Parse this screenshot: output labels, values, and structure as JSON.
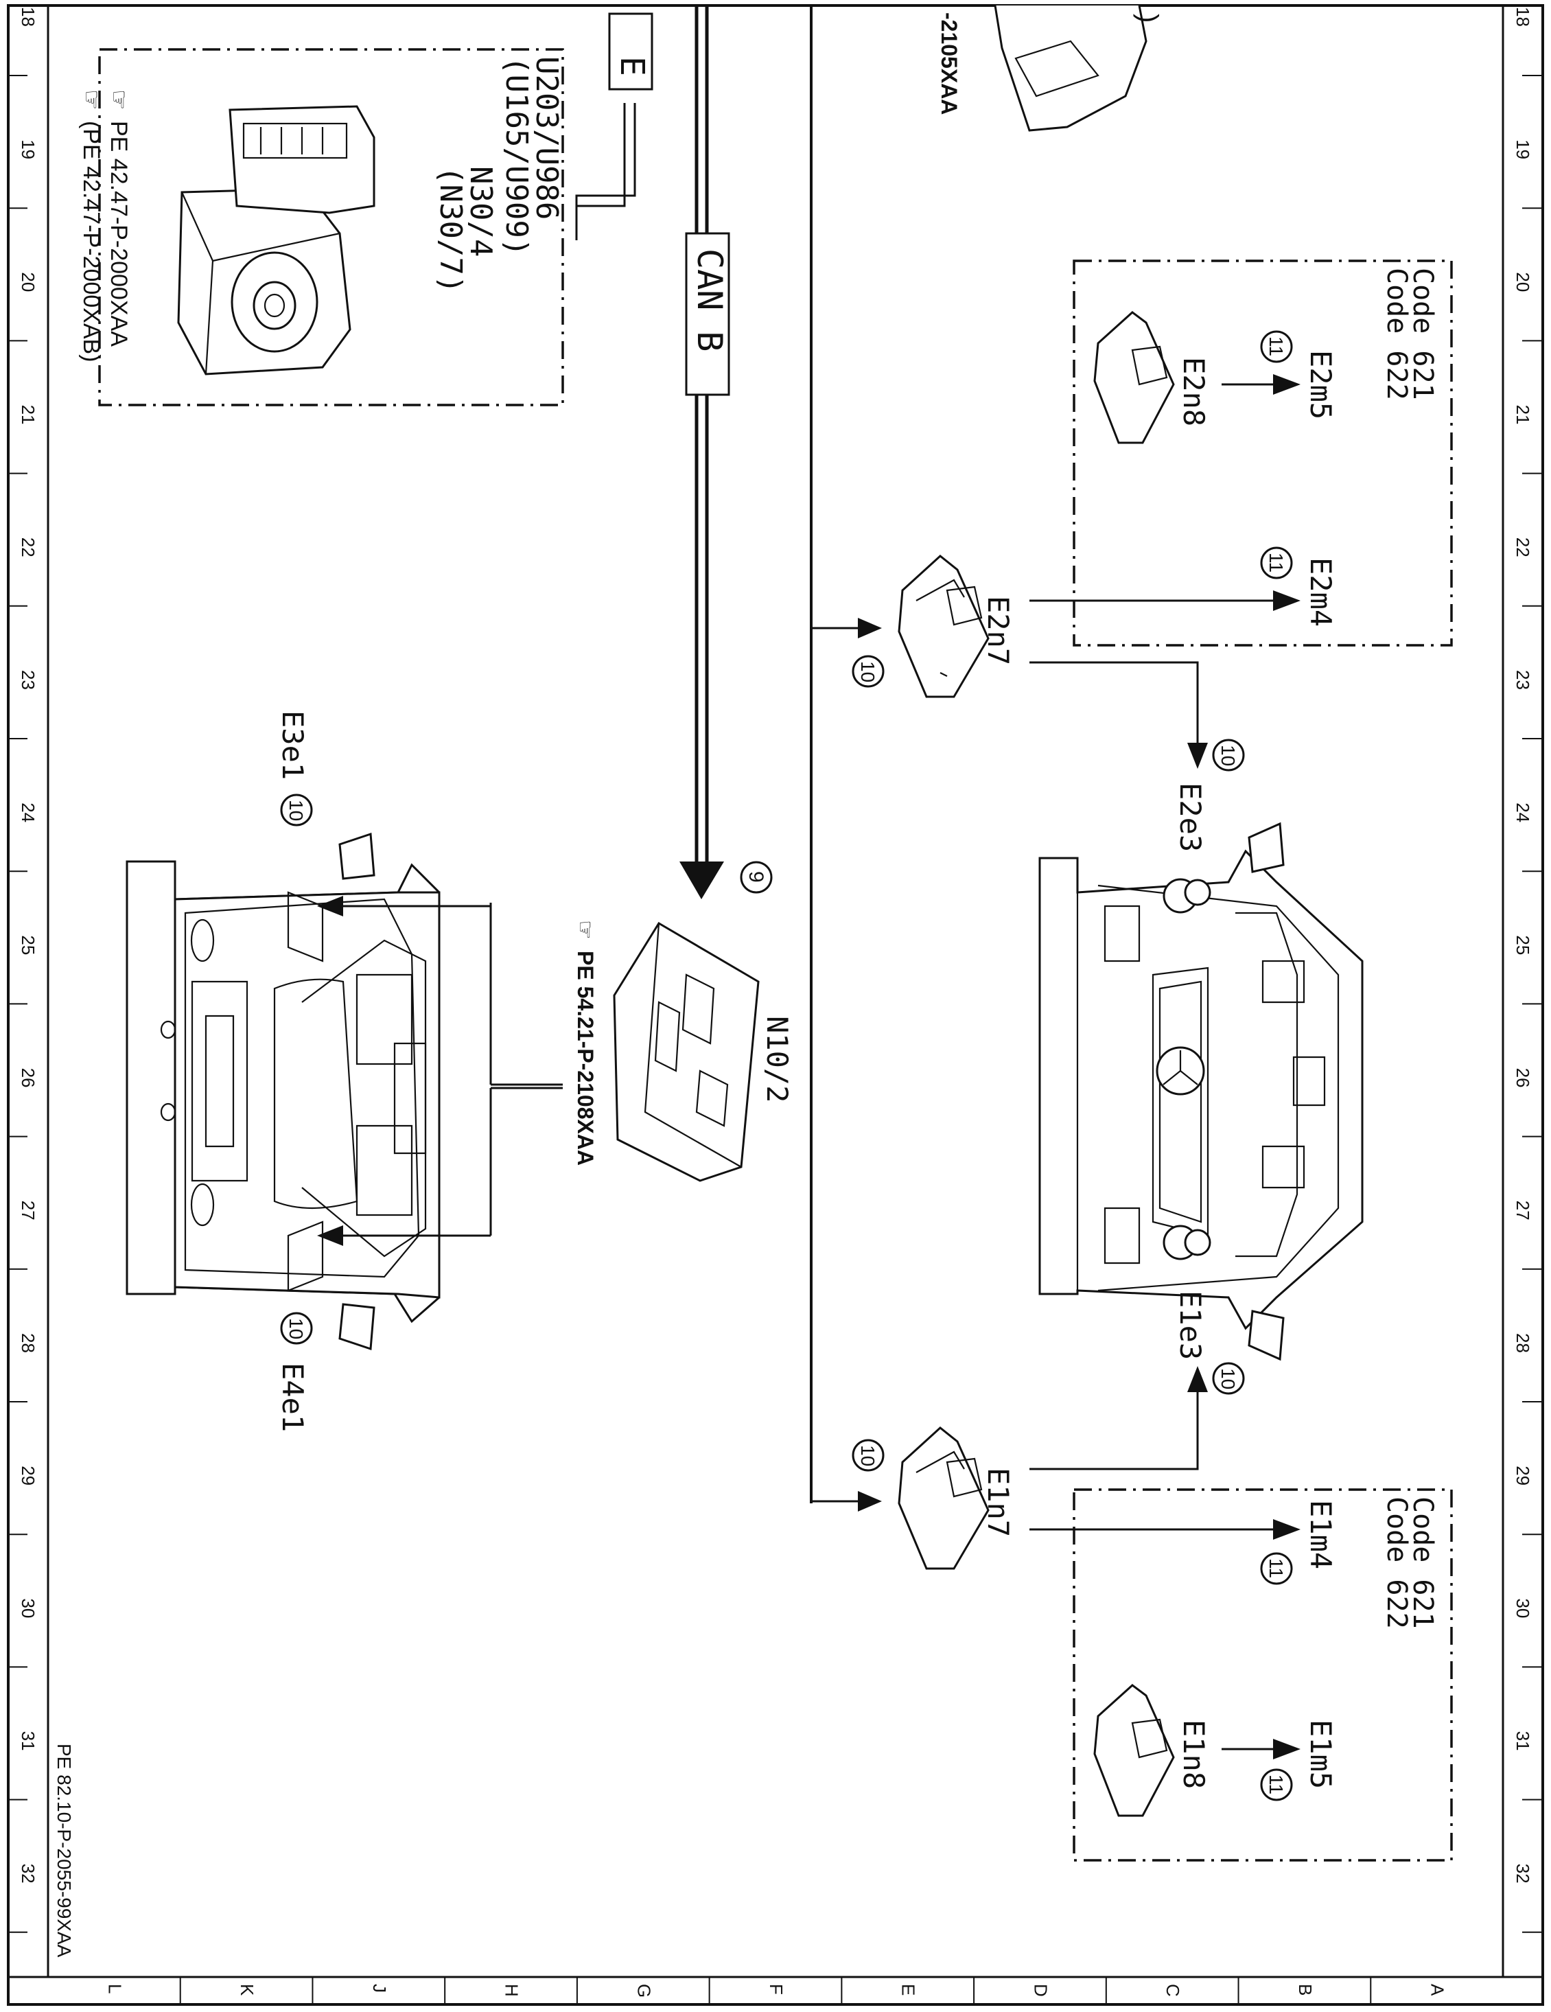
{
  "frame": {
    "row_numbers": [
      "18",
      "19",
      "20",
      "21",
      "22",
      "23",
      "24",
      "25",
      "26",
      "27",
      "28",
      "29",
      "30",
      "31",
      "32"
    ],
    "col_letters": [
      "L",
      "K",
      "J",
      "H",
      "G",
      "F",
      "E",
      "D",
      "C",
      "B",
      "A"
    ],
    "doc_ref": "PE 82.10-P-2055-99XAA"
  },
  "abs_module": {
    "title_line1": "U203/U986",
    "title_line2": "(U165/U909)",
    "code_line1": "N30/4",
    "code_line2": "(N30/7)",
    "ref1": "PE 42.47-P-2000XAA",
    "ref2": "(PE 42.47-P-2000XAB)"
  },
  "top_fragment": {
    "ref": "-2105XAA"
  },
  "bus": {
    "label_e": "E",
    "label_can": "CAN B"
  },
  "control_unit": {
    "name": "N10/2",
    "ref": "PE 54.21-P-2108XAA",
    "callout": "9"
  },
  "modules": {
    "e2n7": "E2n7",
    "e1n7": "E1n7",
    "e2n8": "E2n8",
    "e1n8": "E1n8",
    "e2m5": "E2m5",
    "e2m4": "E2m4",
    "e1m4": "E1m4",
    "e1m5": "E1m5",
    "e2e3": "E2e3",
    "e1e3": "E1e3",
    "e3e1": "E3e1",
    "e4e1": "E4e1"
  },
  "code_box": {
    "line1": "Code 621",
    "line2": "Code 622"
  },
  "callouts": {
    "ten": "10",
    "eleven": "11"
  }
}
